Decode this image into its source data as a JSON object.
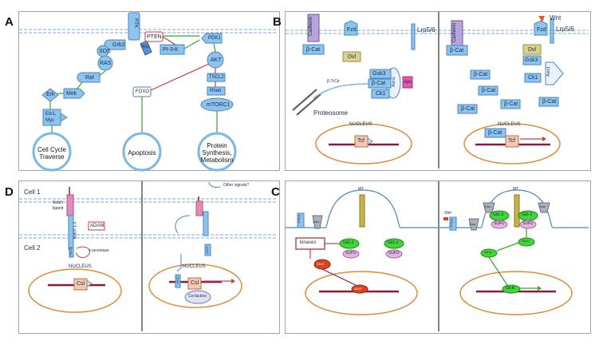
{
  "panels": {
    "a": {
      "label": "A"
    },
    "b": {
      "label": "B"
    },
    "c": {
      "label": "C"
    },
    "d": {
      "label": "D"
    }
  },
  "panel_a": {
    "rtk": "RTK",
    "grb2": "Grb2",
    "sos": "SOS",
    "ras": "RAS",
    "raf": "Raf",
    "mek": "Mek",
    "erk": "Erk",
    "elk": "Elk1,",
    "myc": "Myc",
    "pten": "PTEN",
    "pi3k": "PI-3-K",
    "irs1": "IRS1",
    "pdk1": "PDK1",
    "akt": "AKT",
    "foxo": "FOXO",
    "tsc2": "TSCL2",
    "rheb": "Rheb",
    "mtorc1": "mTORC1",
    "circle_1": [
      "Cell Cycle",
      "Traverse"
    ],
    "circle_2": [
      "Apoptosis"
    ],
    "circle_3": [
      "Protein",
      "Synthesis,",
      "Metabolism"
    ]
  },
  "panel_b": {
    "cadherin": "Cadherin",
    "bcat": "β-Cat",
    "fzd": "Fzd",
    "lrp": "Lrp5/6",
    "dvl": "Dvl",
    "gsk3": "Gsk3",
    "axin": "Axin1",
    "apc": "Apc",
    "ck1": "Ck1",
    "btrcp": "β-TrCp",
    "proteosome": "Proteosome",
    "nucleus": "NUCLEUS",
    "tcf": "Tcf",
    "wnt": "Wnt"
  },
  "panel_c": {
    "mt": "MT",
    "ptch": "PTCH",
    "smo": "Smo",
    "kinases": "kinases",
    "gli13": "Gli1-3",
    "sufu": "SUFU",
    "glir": "Gli-R",
    "glia": "Gli-A",
    "shh": "Shh"
  },
  "panel_d": {
    "cell1": "Cell 1",
    "cell2": "Cell 2",
    "notch_ligand": [
      "Notch",
      "ligand"
    ],
    "notch": "Notch 1-4",
    "adam": "ADAM",
    "gsecretase": "γ-secretase",
    "nicd": "NICD",
    "nucleus": "NUCLEUS",
    "csl": "Csl",
    "other": "Other signals?",
    "cofactors": "Co-factors"
  },
  "colors": {
    "box_fill": "#8cc4ee",
    "green_arrow": "#3ea12c",
    "red_line": "#d33a3a",
    "nucleus_border": "#e08a3a",
    "gli_green": "#43d43a",
    "gli_red": "#d84320"
  }
}
